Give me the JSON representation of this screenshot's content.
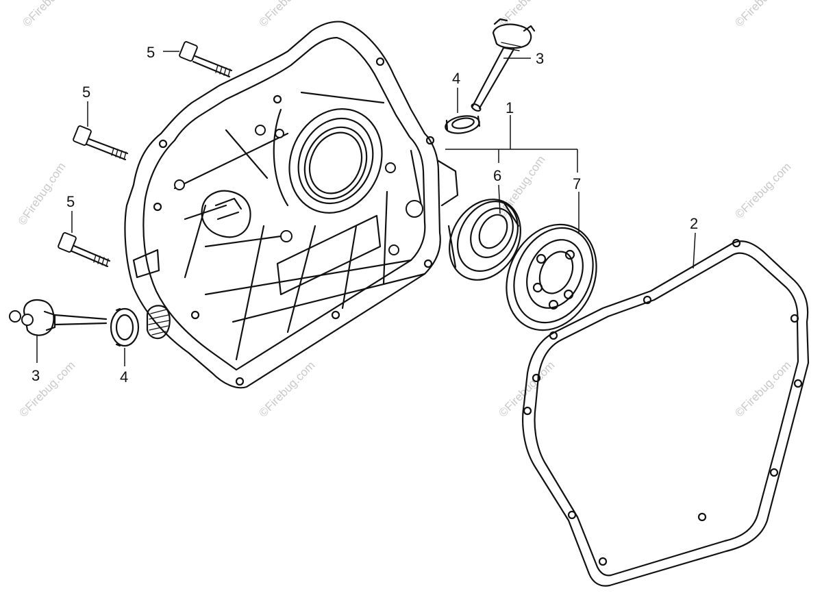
{
  "watermark": "©Firebug.com",
  "callouts": {
    "c1": "1",
    "c2": "2",
    "c3_top": "3",
    "c3_bottom": "3",
    "c4_top": "4",
    "c4_bottom": "4",
    "c5_a": "5",
    "c5_b": "5",
    "c5_c": "5",
    "c6": "6",
    "c7": "7"
  }
}
